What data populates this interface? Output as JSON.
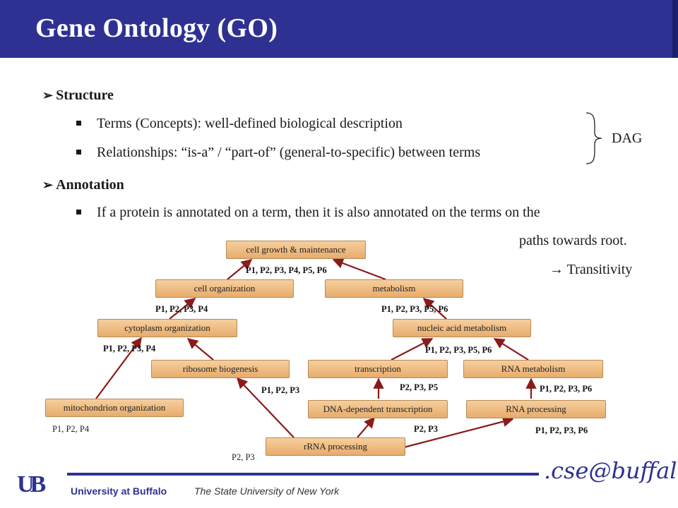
{
  "header": {
    "title": "Gene Ontology (GO)"
  },
  "bullets": {
    "structure_heading": "Structure",
    "terms": "Terms (Concepts): well-defined biological description",
    "relationships": "Relationships: “is-a” / “part-of” (general-to-specific) between terms",
    "dag_label": "DAG",
    "annotation_heading": "Annotation",
    "annotation_line1": "If a protein is annotated on a term, then it is also annotated on the terms on the",
    "annotation_line2": "paths towards root.",
    "transitivity": "→ Transitivity"
  },
  "nodes": {
    "cell_growth": "cell growth & maintenance",
    "cell_org": "cell organization",
    "metabolism": "metabolism",
    "cytoplasm_org": "cytoplasm organization",
    "nucleic_acid": "nucleic acid metabolism",
    "ribosome": "ribosome biogenesis",
    "transcription": "transcription",
    "rna_metabolism": "RNA metabolism",
    "mitochondrion": "mitochondrion organization",
    "dna_dep": "DNA-dependent transcription",
    "rna_processing": "RNA processing",
    "rrna_processing": "rRNA processing"
  },
  "labels": {
    "cell_growth": "P1, P2, P3, P4, P5, P6",
    "cell_org": "P1, P2, P3, P4",
    "metabolism": "P1, P2, P3, P5, P6",
    "cytoplasm_org": "P1, P2, P3, P4",
    "nucleic_acid": "P1, P2, P3, P5, P6",
    "ribosome": "P1, P2, P3",
    "transcription": "P2, P3, P5",
    "rna_metabolism": "P1, P2, P3, P6",
    "mitochondrion": "P1, P2, P4",
    "dna_dep": "P2, P3",
    "rna_processing": "P1, P2, P3, P6",
    "rrna_processing": "P2, P3"
  },
  "footer": {
    "university": "University at Buffalo",
    "subtitle": "The State University of New York",
    "ub_mark": "UB",
    "cse_mark": ".cse@buffalo"
  },
  "colors": {
    "title_bar": "#2e3192",
    "node_fill": "#eebd82",
    "edge": "#8b1a1a"
  }
}
